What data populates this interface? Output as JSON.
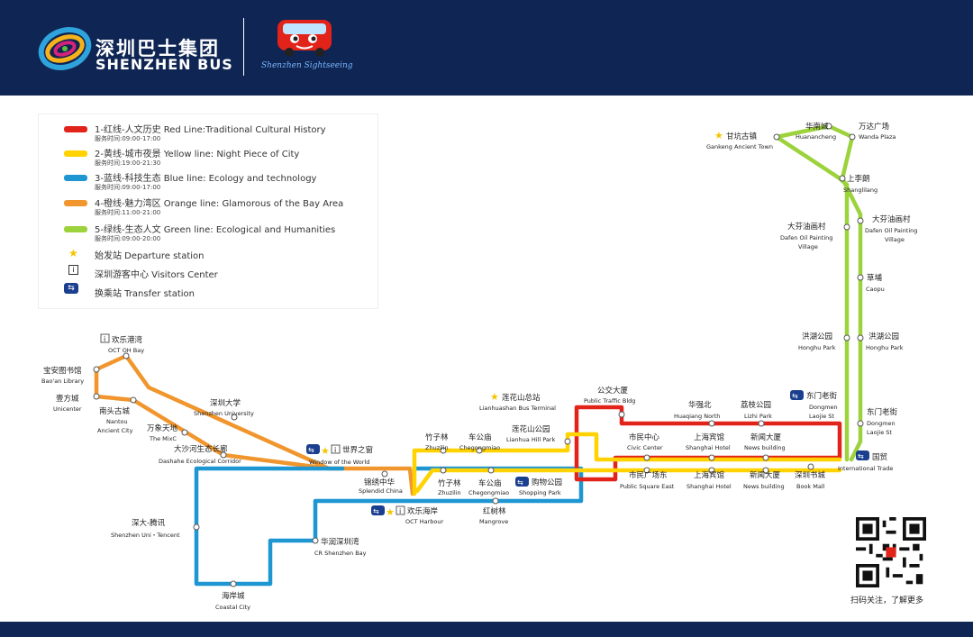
{
  "header": {
    "logo_cn": "深圳巴士集团",
    "logo_en": "SHENZHEN BUS",
    "sightseeing": "Shenzhen Sightseeing"
  },
  "legend": {
    "lines": [
      {
        "title": "1-红线-人文历史 Red Line:Traditional Cultural History",
        "time": "服务时间:09:00-17:00",
        "color": "#e2231a"
      },
      {
        "title": "2-黄线-城市夜景 Yellow line: Night Piece of City",
        "time": "服务时间:19:00-21:30",
        "color": "#ffd200"
      },
      {
        "title": "3-蓝线-科技生态 Blue line: Ecology and technology",
        "time": "服务时间:09:00-17:00",
        "color": "#1e96d2"
      },
      {
        "title": "4-橙线-魅力湾区 Orange line: Glamorous of the Bay Area",
        "time": "服务时间:11:00-21:00",
        "color": "#f0962d"
      },
      {
        "title": "5-绿线-生态人文 Green line: Ecological and Humanities",
        "time": "服务时间:09:00-20:00",
        "color": "#9cd23c"
      }
    ],
    "symbols": [
      {
        "icon": "★",
        "label": "始发站 Departure station"
      },
      {
        "icon": "i",
        "label": "深圳游客中心 Visitors Center"
      },
      {
        "icon": "⇆",
        "label": "换乘站 Transfer station"
      }
    ]
  },
  "footer": {
    "qr_caption": "扫码关注，了解更多"
  },
  "stations": {
    "oct_oh_bay": {
      "cn": "欢乐港湾",
      "en": "OCT OH Bay"
    },
    "baoan_library": {
      "cn": "宝安图书馆",
      "en": "Bao'an Library"
    },
    "unicenter": {
      "cn": "壹方城",
      "en": "Unicenter"
    },
    "nantou": {
      "cn": "南头古城",
      "en1": "Nantou",
      "en2": "Ancient City"
    },
    "szu": {
      "cn": "深圳大学",
      "en": "Shenzhen University"
    },
    "mixc": {
      "cn": "万象天地",
      "en": "The MixC"
    },
    "dashahe": {
      "cn": "大沙河生态长廊",
      "en": "Dashahe Ecological Corridor"
    },
    "window_world": {
      "cn": "世界之窗",
      "en": "Window of the World"
    },
    "splendid": {
      "cn": "锦绣中华",
      "en": "Splendid China"
    },
    "oct_harbour": {
      "cn": "欢乐海岸",
      "en": "OCT Harbour"
    },
    "szu_tencent": {
      "cn": "深大-腾讯",
      "en": "Shenzhen Uni・Tencent"
    },
    "cr_bay": {
      "cn": "华润深圳湾",
      "en": "CR Shenzhen Bay"
    },
    "coastal": {
      "cn": "海岸城",
      "en": "Coastal City"
    },
    "lianhuashan": {
      "cn": "莲花山总站",
      "en": "Lianhuashan Bus Terminal"
    },
    "public_traffic": {
      "cn": "公交大厦",
      "en": "Public Traffic Bldg"
    },
    "lianhua_park": {
      "cn": "莲花山公园",
      "en": "Lianhua Hill Park"
    },
    "zhuzilin1": {
      "cn": "竹子林",
      "en": "Zhuzilin"
    },
    "chegongmiao1": {
      "cn": "车公庙",
      "en": "Chegongmiao"
    },
    "zhuzilin2": {
      "cn": "竹子林",
      "en": "Zhuzilin"
    },
    "chegongmiao2": {
      "cn": "车公庙",
      "en": "Chegongmiao"
    },
    "shopping_park": {
      "cn": "购物公园",
      "en": "Shopping Park"
    },
    "mangrove": {
      "cn": "红树林",
      "en": "Mangrove"
    },
    "civic_center": {
      "cn": "市民中心",
      "en": "Civic Center"
    },
    "square_east": {
      "cn": "市民广场东",
      "en": "Public Square East"
    },
    "huaqiang_north": {
      "cn": "华强北",
      "en": "Huaqiang North"
    },
    "shanghai_hotel1": {
      "cn": "上海宾馆",
      "en": "Shanghai Hotel"
    },
    "shanghai_hotel2": {
      "cn": "上海宾馆",
      "en": "Shanghai Hotel"
    },
    "lizhi_park": {
      "cn": "荔枝公园",
      "en": "Lizhi Park"
    },
    "news1": {
      "cn": "新闻大厦",
      "en": "News building"
    },
    "news2": {
      "cn": "新闻大厦",
      "en": "News building"
    },
    "book_mall": {
      "cn": "深圳书城",
      "en": "Book Mall"
    },
    "intl_trade": {
      "cn": "国贸",
      "en": "International Trade"
    },
    "dongmen1": {
      "cn": "东门老街",
      "en1": "Dongmen",
      "en2": "Laojie St"
    },
    "dongmen2": {
      "cn": "东门老街",
      "en1": "Dongmen",
      "en2": "Laojie St"
    },
    "honghu1": {
      "cn": "洪湖公园",
      "en": "Honghu Park"
    },
    "honghu2": {
      "cn": "洪湖公园",
      "en": "Honghu Park"
    },
    "caopu": {
      "cn": "草埔",
      "en": "Caopu"
    },
    "dafen1": {
      "cn": "大芬油画村",
      "en1": "Dafen Oil Painting",
      "en2": "Village"
    },
    "dafen2": {
      "cn": "大芬油画村",
      "en1": "Dafen Oil Painting",
      "en2": "Village"
    },
    "shanglilang": {
      "cn": "上李朗",
      "en": "Shanglilang"
    },
    "gankeng": {
      "cn": "甘坑古镇",
      "en": "Gankeng Ancient Town"
    },
    "huanancheng": {
      "cn": "华南城",
      "en": "Huanancheng"
    },
    "wanda": {
      "cn": "万达广场",
      "en": "Wanda Plaza"
    }
  }
}
